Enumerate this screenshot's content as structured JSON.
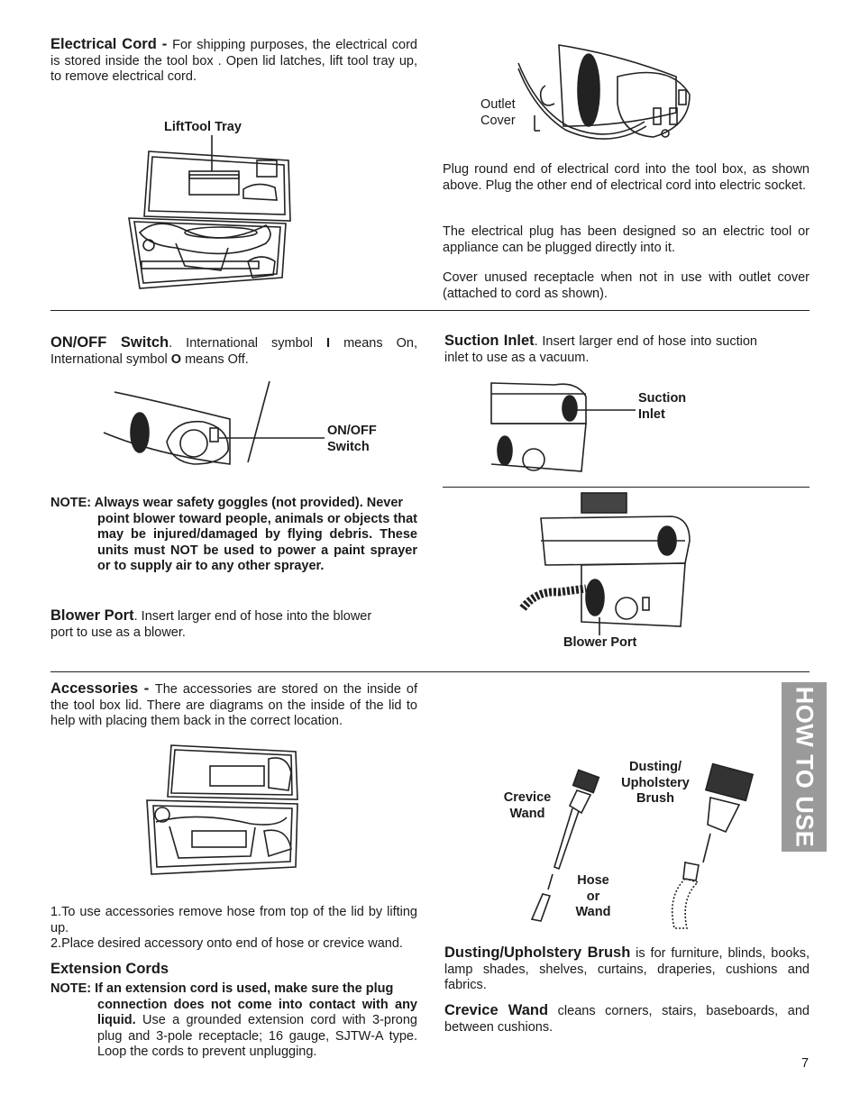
{
  "electrical_cord": {
    "heading": "Electrical Cord - ",
    "text": "For shipping purposes, the electrical cord is stored inside the tool box . Open lid latches, lift tool tray up, to remove electrical cord.",
    "lift_label": "LiftTool Tray"
  },
  "outlet": {
    "label_line1": "Outlet",
    "label_line2": "Cover",
    "para1": "Plug round end of electrical cord into the tool box, as shown above. Plug the other end of electrical cord into electric socket.",
    "para2": "The electrical plug has been designed so an electric tool or appliance can be plugged directly into it.",
    "para3": "Cover unused receptacle when not in use with outlet cover (attached to cord as shown)."
  },
  "onoff": {
    "heading": "ON/OFF Switch",
    "t1": ". International symbol ",
    "sym_on": "I",
    "t2": " means On, International symbol ",
    "sym_off": "O",
    "t3": " means Off.",
    "label_line1": "ON/OFF",
    "label_line2": "Switch"
  },
  "suction": {
    "heading": "Suction Inlet",
    "text": ". Insert larger end of hose into suction inlet to use as a vacuum.",
    "label_line1": "Suction",
    "label_line2": "Inlet"
  },
  "safety_note": {
    "prefix": "NOTE:",
    "first": "Always wear safety goggles (not provided). Never",
    "rest": "point blower toward people, animals or objects that may be injured/damaged by flying debris. These units must NOT be used to power a paint sprayer or to supply air to any other sprayer."
  },
  "blower": {
    "heading": "Blower Port",
    "text": ". Insert larger end of hose into the blower port to use as a blower.",
    "label": "Blower Port"
  },
  "accessories": {
    "heading": "Accessories - ",
    "text": "The accessories are stored on the inside of the tool box lid.  There are diagrams on the inside of the lid to help with placing them back in the correct location.",
    "steps": [
      {
        "num": "1.",
        "text": "To use accessories remove hose from top of the lid by lifting up."
      },
      {
        "num": "2.",
        "text": "Place desired accessory onto end of hose or crevice wand."
      }
    ],
    "crevice_label_1": "Crevice",
    "crevice_label_2": "Wand",
    "brush_label_1": "Dusting/",
    "brush_label_2": "Upholstery",
    "brush_label_3": "Brush",
    "hose_label_1": "Hose",
    "hose_label_2": "or",
    "hose_label_3": "Wand"
  },
  "extension": {
    "heading": "Extension Cords",
    "prefix": "NOTE:",
    "bold_first": "If an extension cord is used, make sure the plug",
    "bold_rest": "connection does not come into contact with any liquid.",
    "normal": " Use a grounded extension cord with 3-prong plug and 3-pole receptacle; 16 gauge, SJTW-A type. Loop the cords to prevent unplugging."
  },
  "dusting": {
    "heading": "Dusting/Upholstery Brush",
    "text": " is for furniture, blinds, books, lamp shades, shelves, curtains, draperies, cushions and fabrics."
  },
  "crevice": {
    "heading": "Crevice Wand",
    "text": " cleans corners, stairs, baseboards, and between cushions."
  },
  "side_tab": "HOW TO USE",
  "page_number": "7",
  "colors": {
    "tab_gray": "#9a9a9a",
    "text": "#1a1a1a",
    "rule": "#222222"
  }
}
